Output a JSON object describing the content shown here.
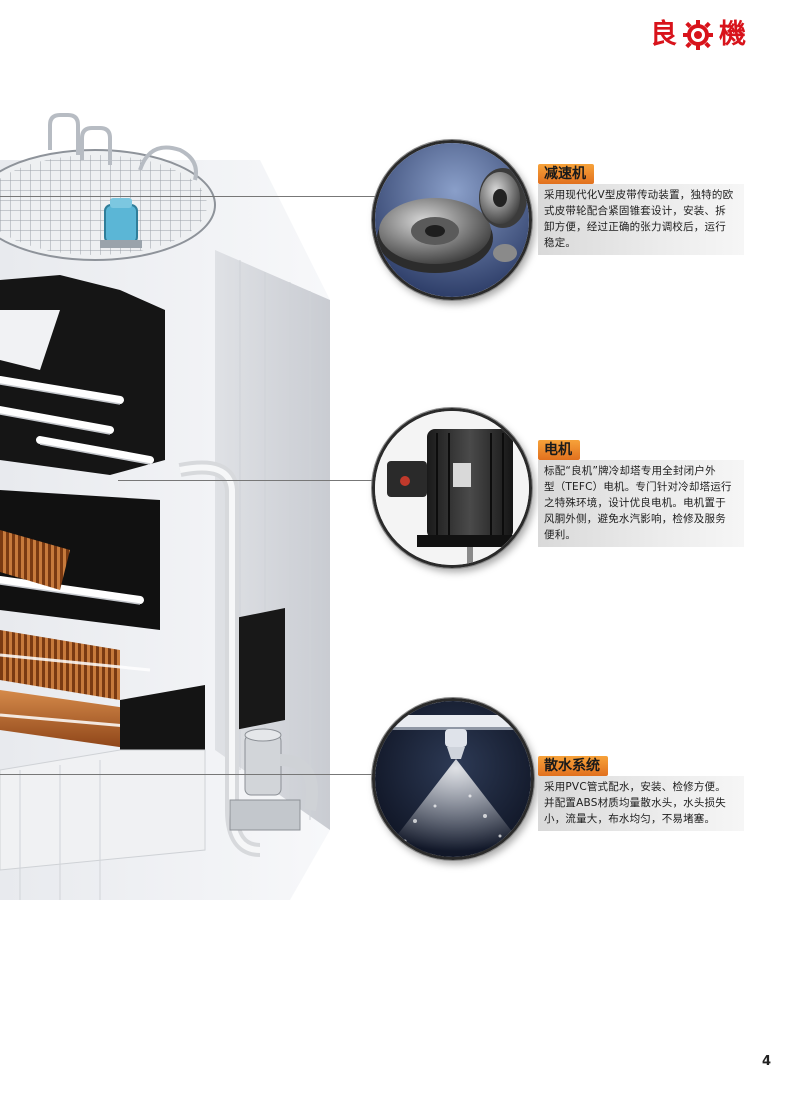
{
  "logo": {
    "char_left": "良",
    "char_right": "機",
    "brand_color": "#d8131b"
  },
  "sections": [
    {
      "title": "减速机",
      "lines": [
        "采用现代化V型皮带传动装置，独特的欧",
        "式皮带轮配合紧固锥套设计，安装、拆",
        "卸方便，经过正确的张力调校后，运行",
        "稳定。"
      ]
    },
    {
      "title": "电机",
      "lines": [
        "标配“良机”牌冷却塔专用全封闭户外",
        "型（TEFC）电机。专门针对冷却塔运行",
        "之特殊环境，设计优良电机。电机置于",
        "风胴外侧，避免水汽影响，检修及服务",
        "便利。"
      ]
    },
    {
      "title": "散水系统",
      "lines": [
        "采用PVC管式配水，安装、检修方便。",
        "并配置ABS材质均量散水头，水头损失",
        "小，流量大，布水均匀，不易堵塞。"
      ]
    }
  ],
  "page_number": "4",
  "colors": {
    "tag_orange": "#ef8a2a",
    "motor_blue": "#5bb6d6",
    "fill_copper": "#b8642d"
  }
}
